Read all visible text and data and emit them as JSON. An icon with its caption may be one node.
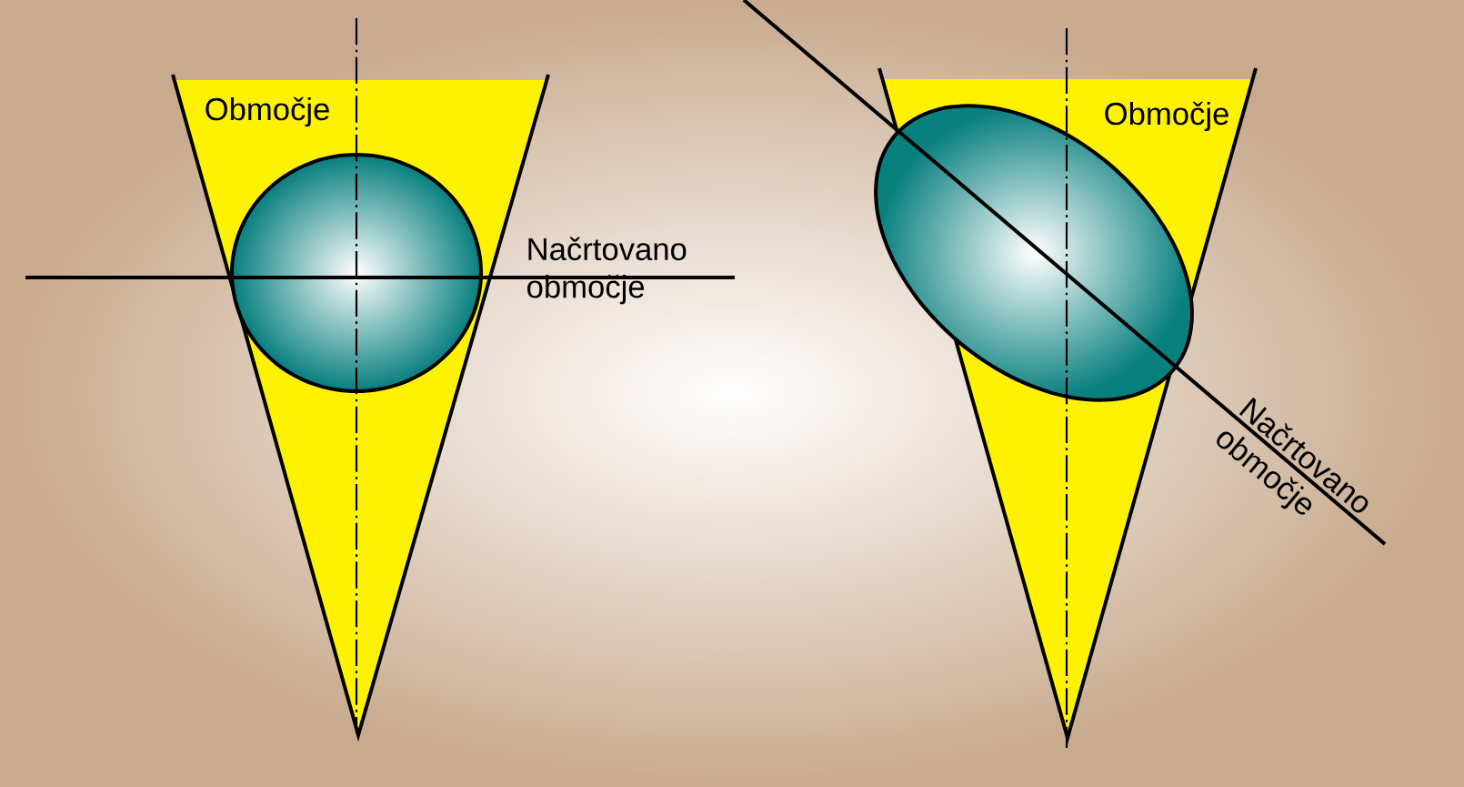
{
  "diagram": {
    "nodes": [
      {
        "text": [
          "Območje"
        ]
      },
      {
        "text": [
          "Območje"
        ]
      }
    ],
    "labels": [
      "Načrtovano območje",
      "Načrtovano območje"
    ]
  }
}
